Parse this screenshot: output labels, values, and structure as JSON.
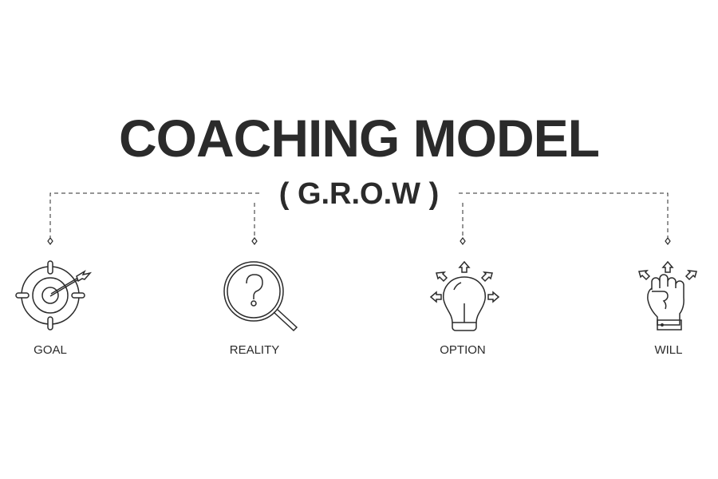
{
  "title": "COACHING MODEL",
  "subtitle": "( G.R.O.W )",
  "steps": [
    {
      "label": "GOAL",
      "icon": "target-icon"
    },
    {
      "label": "REALITY",
      "icon": "magnifier-question-icon"
    },
    {
      "label": "OPTION",
      "icon": "lightbulb-arrows-icon"
    },
    {
      "label": "WILL",
      "icon": "fist-arrows-icon"
    }
  ],
  "colors": {
    "stroke": "#2b2b2b",
    "background": "#ffffff"
  }
}
